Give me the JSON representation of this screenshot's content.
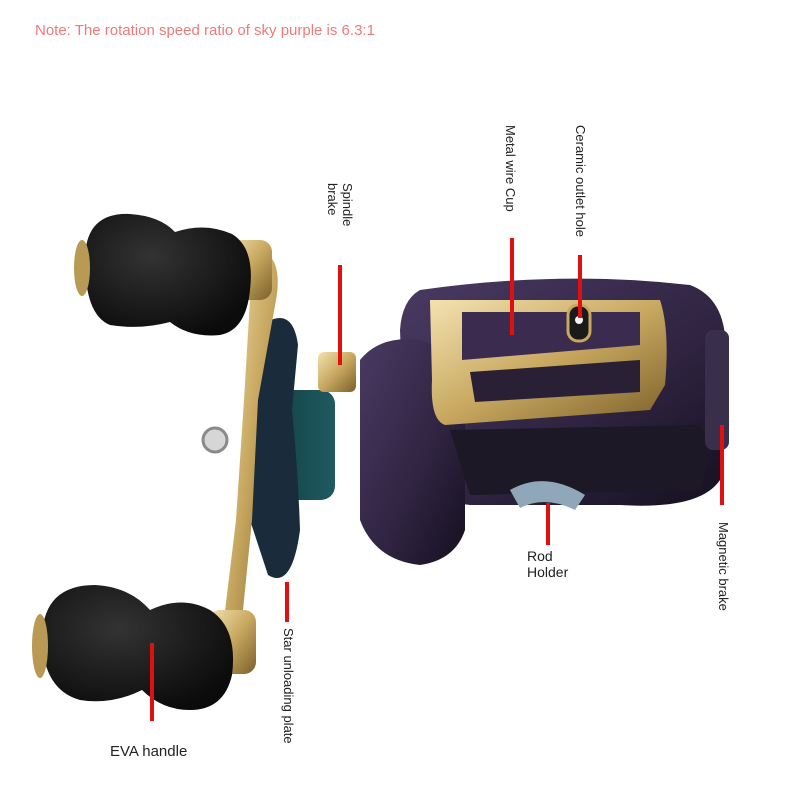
{
  "note": "Note: The rotation speed ratio of sky purple is 6.3:1",
  "labels": {
    "spindle_brake_line1": "Spindle",
    "spindle_brake_line2": "brake",
    "metal_wire_cup": "Metal wire Cup",
    "ceramic_outlet_hole": "Ceramic outlet hole",
    "rod_holder_line1": "Rod",
    "rod_holder_line2": "Holder",
    "magnetic_brake": "Magnetic brake",
    "star_unloading_plate": "Star unloading plate",
    "eva_handle": "EVA handle"
  },
  "colors": {
    "leader_red": "#e01010",
    "note_pink": "#ee7a7a",
    "reel_purple": "#2e2340",
    "gold": "#c8a860",
    "foam_black": "#141414"
  }
}
